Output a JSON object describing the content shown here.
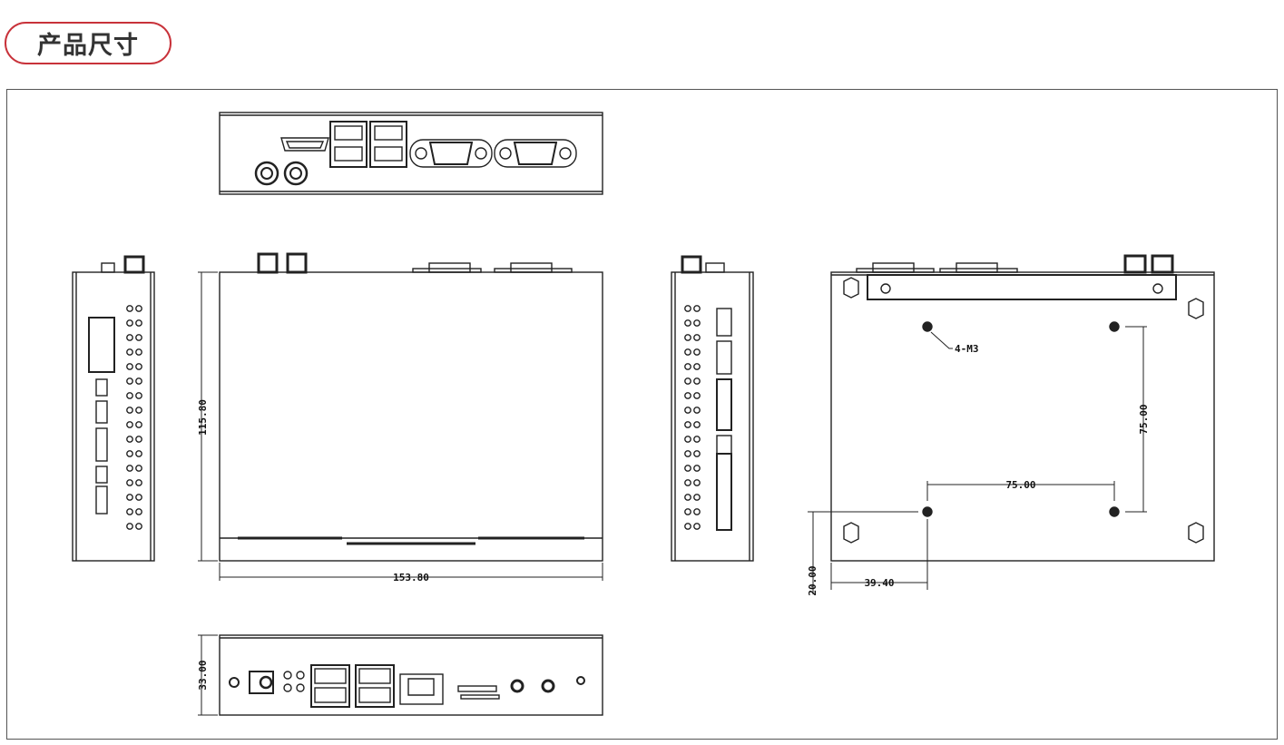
{
  "header": {
    "title": "产品尺寸"
  },
  "drawing": {
    "callout_label": "4-M3",
    "dimensions": {
      "front_height": "115.80",
      "front_width": "153.80",
      "io_height": "33.00",
      "hole_pitch_vertical": "75.00",
      "hole_pitch_horizontal": "75.00",
      "hole_offset_y": "20.00",
      "hole_offset_x": "39.40"
    }
  },
  "colors": {
    "accent": "#c8323a",
    "line": "#222222"
  }
}
